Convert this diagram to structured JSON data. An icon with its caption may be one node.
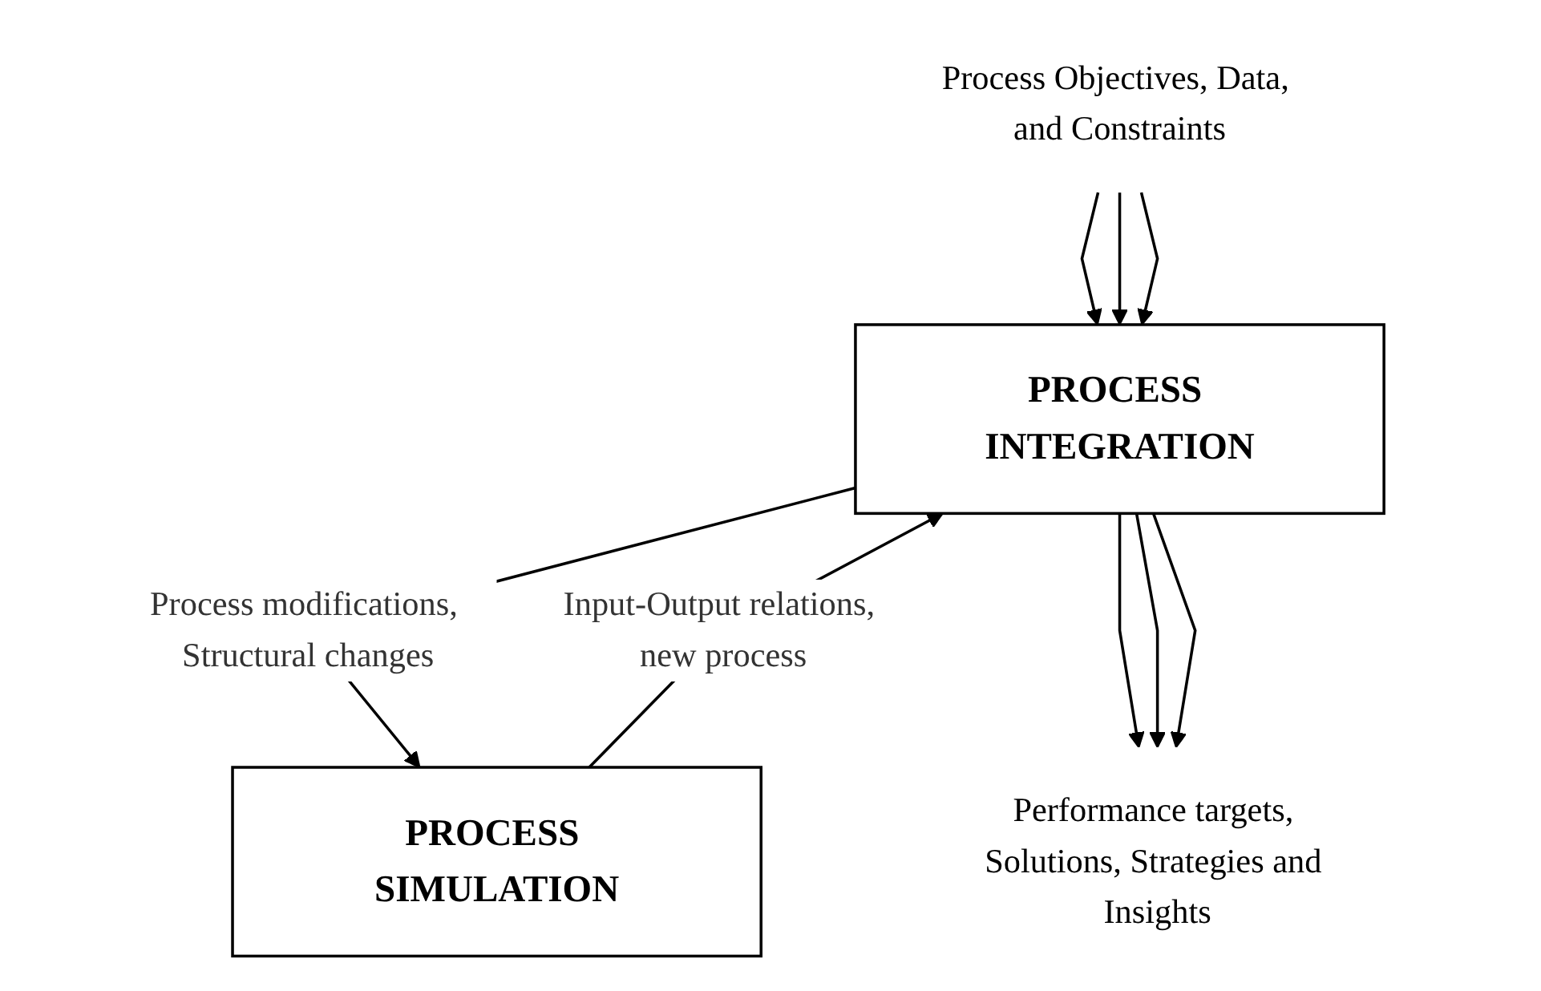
{
  "diagram": {
    "nodes": [
      {
        "text": [
          "Process Objectives, Data, and Constraints"
        ]
      },
      {
        "text": [
          "PROCESS INTEGRATION"
        ]
      },
      {
        "text": [
          "PROCESS SIMULATION"
        ]
      },
      {
        "text": [
          "Performance targets, Solutions, Strategies and Insights"
        ]
      }
    ],
    "edges": [
      {
        "from": 0,
        "to": 1,
        "arrow": "to"
      },
      {
        "from": 0,
        "to": 1,
        "arrow": "to"
      },
      {
        "from": 0,
        "to": 1,
        "arrow": "to"
      },
      {
        "from": 1,
        "to": 2,
        "label": "Process modifications, Structural changes",
        "arrow": "to"
      },
      {
        "from": 2,
        "to": 1,
        "label": "Input-Output relations, new process",
        "arrow": "to"
      },
      {
        "from": 1,
        "to": 3,
        "arrow": "to"
      },
      {
        "from": 1,
        "to": 3,
        "arrow": "to"
      },
      {
        "from": 1,
        "to": 3,
        "arrow": "to"
      }
    ]
  }
}
